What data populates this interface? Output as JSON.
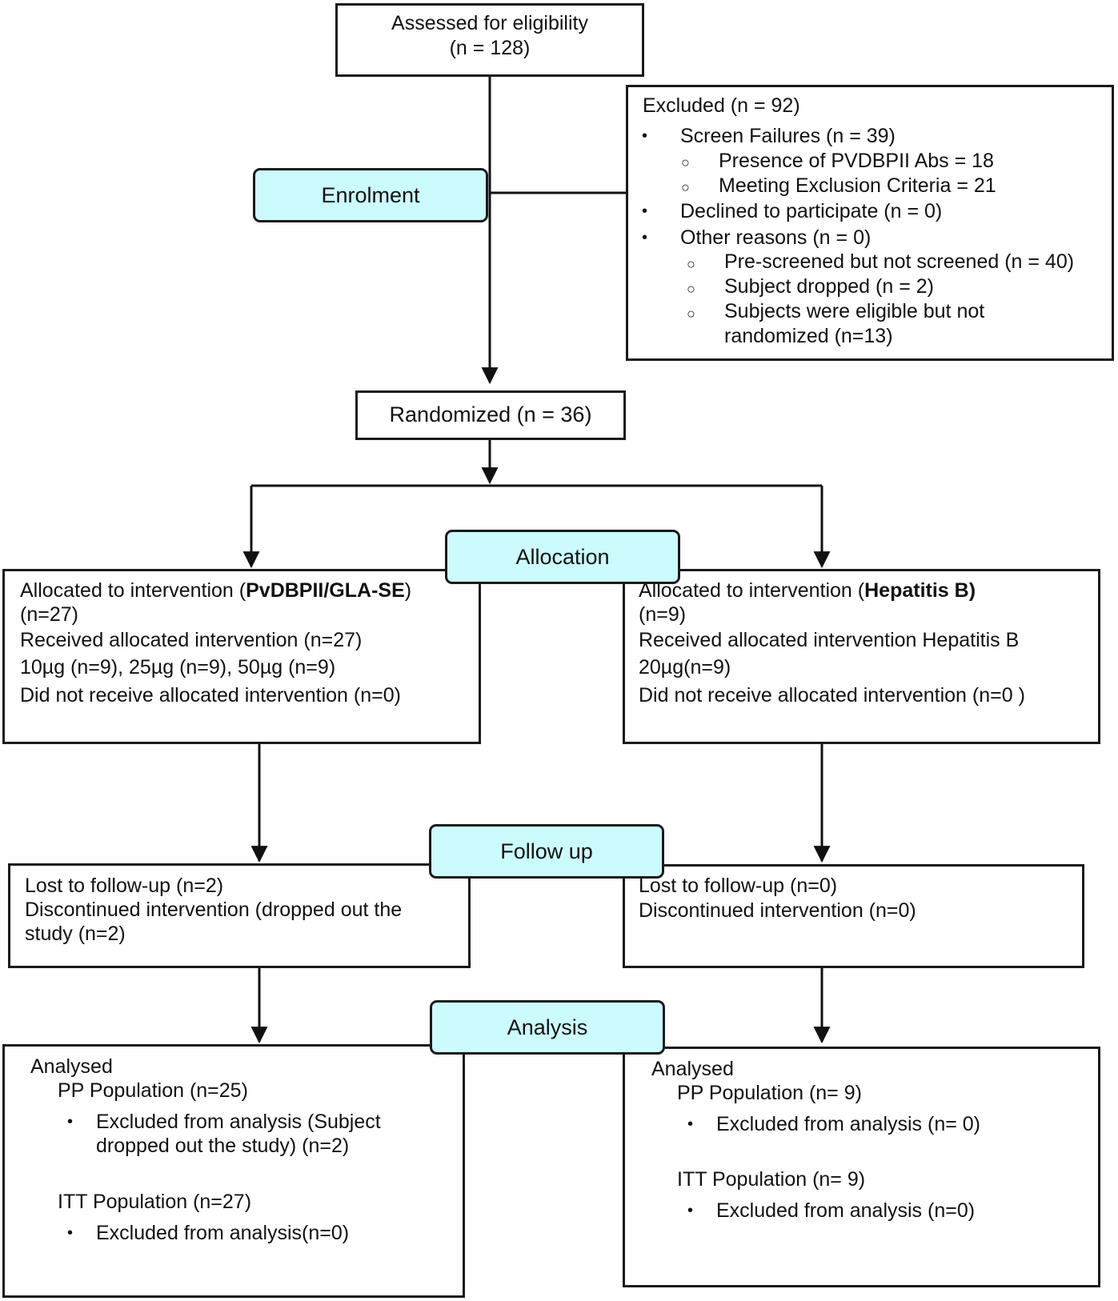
{
  "assessed": {
    "line1": "Assessed for eligibility",
    "line2": "(n = 128)"
  },
  "excluded": {
    "title": "Excluded (n = 92)",
    "screen_failures": "Screen Failures (n = 39)",
    "pvdbpii_abs": "Presence of PVDBPII Abs = 18",
    "exclusion_criteria": "Meeting Exclusion Criteria = 21",
    "declined": "Declined to participate (n = 0)",
    "other_reasons": "Other reasons (n = 0)",
    "prescreened": "Pre-screened but not screened (n = 40)",
    "subject_dropped": "Subject dropped  (n = 2)",
    "eligible_not_rand_1": "Subjects were eligible but not",
    "eligible_not_rand_2": "randomized (n=13)"
  },
  "stages": {
    "enrolment": "Enrolment",
    "allocation": "Allocation",
    "follow_up": "Follow up",
    "analysis": "Analysis"
  },
  "randomized": "Randomized (n = 36)",
  "left_alloc": {
    "prefix": "Allocated to intervention (",
    "arm": "PvDBPII/GLA-SE",
    "suffix": ")",
    "n": "(n=27)",
    "received": "Received allocated intervention (n=27)",
    "doses": "10µg (n=9), 25µg (n=9), 50µg (n=9)",
    "not_received": "Did not receive allocated intervention (n=0)"
  },
  "right_alloc": {
    "prefix": "Allocated to intervention (",
    "arm": "Hepatitis B)",
    "n": "(n=9)",
    "received": "Received allocated intervention Hepatitis B",
    "dose": "20µg(n=9)",
    "not_received": "Did not receive allocated intervention (n=0 )"
  },
  "left_follow": {
    "lost": "Lost to follow-up (n=2)",
    "discontinued_1": "Discontinued intervention (dropped out the",
    "discontinued_2": "study (n=2)"
  },
  "right_follow": {
    "lost": "Lost to follow-up (n=0)",
    "discontinued": "Discontinued intervention (n=0)"
  },
  "left_analysis": {
    "analysed": "Analysed",
    "pp": "PP Population (n=25)",
    "pp_excluded_1": "Excluded from analysis (Subject",
    "pp_excluded_2": "dropped out the study) (n=2)",
    "itt": "ITT Population (n=27)",
    "itt_excluded": "Excluded from analysis(n=0)"
  },
  "right_analysis": {
    "analysed": "Analysed",
    "pp": "PP Population (n= 9)",
    "pp_excluded": "Excluded from analysis (n= 0)",
    "itt": "ITT Population (n= 9)",
    "itt_excluded": "Excluded from analysis (n=0)"
  },
  "glyphs": {
    "bullet": "•",
    "circle": "○"
  }
}
